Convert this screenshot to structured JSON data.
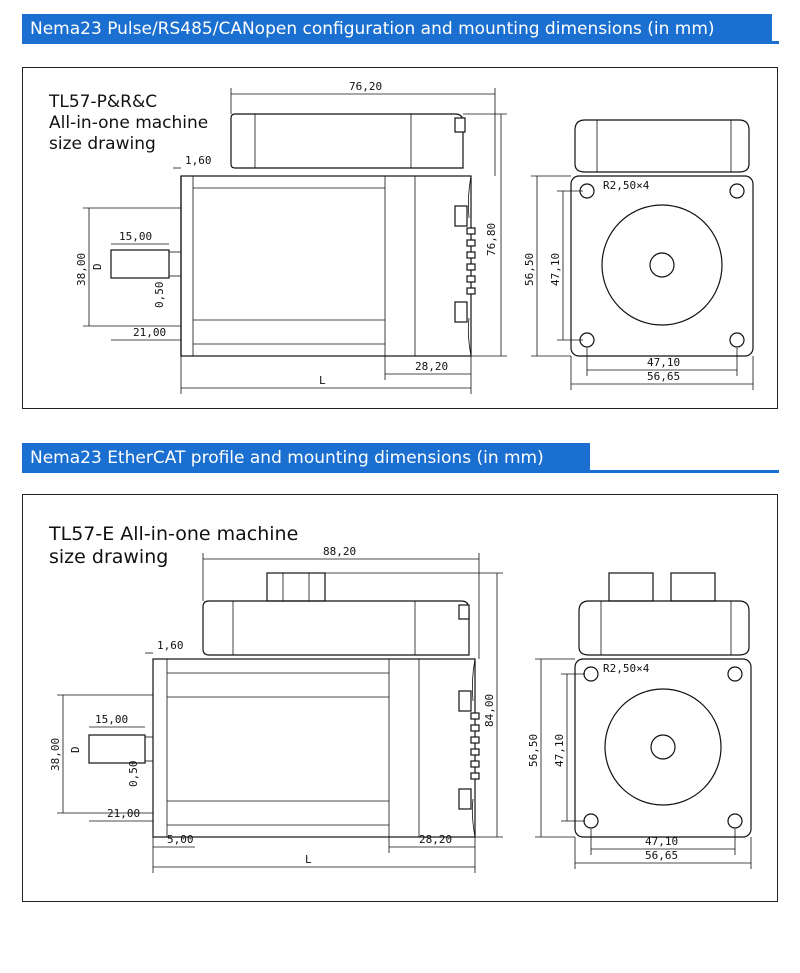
{
  "section1": {
    "heading": "Nema23 Pulse/RS485/CANopen configuration and mounting dimensions (in mm)",
    "caption": "TL57-P&R&C\nAll-in-one machine\nsize drawing",
    "dims": {
      "total_length": "76,20",
      "flange": "1,60",
      "shaft_key": "15,00",
      "shaft_height": "38,00",
      "key_label": "D",
      "key_depth": "0,50",
      "shaft_length": "21,00",
      "body_length": "L",
      "cover_depth": "28,20",
      "total_height": "76,80",
      "corner_radius": "R2,50×4",
      "hole_spacing_v": "47,10",
      "face_size_v": "56,50",
      "hole_spacing_h": "47,10",
      "face_size_h": "56,65"
    }
  },
  "section2": {
    "heading": "Nema23 EtherCAT profile and mounting dimensions (in mm)",
    "caption": "TL57-E All-in-one machine\nsize drawing",
    "dims": {
      "total_length": "88,20",
      "flange": "1,60",
      "shaft_key": "15,00",
      "shaft_height": "38,00",
      "key_label": "D",
      "key_depth": "0,50",
      "shaft_length": "21,00",
      "boss": "5,00",
      "body_length": "L",
      "cover_depth": "28,20",
      "total_height": "84,00",
      "corner_radius": "R2,50×4",
      "hole_spacing_v": "47,10",
      "face_size_v": "56,50",
      "hole_spacing_h": "47,10",
      "face_size_h": "56,65"
    }
  }
}
